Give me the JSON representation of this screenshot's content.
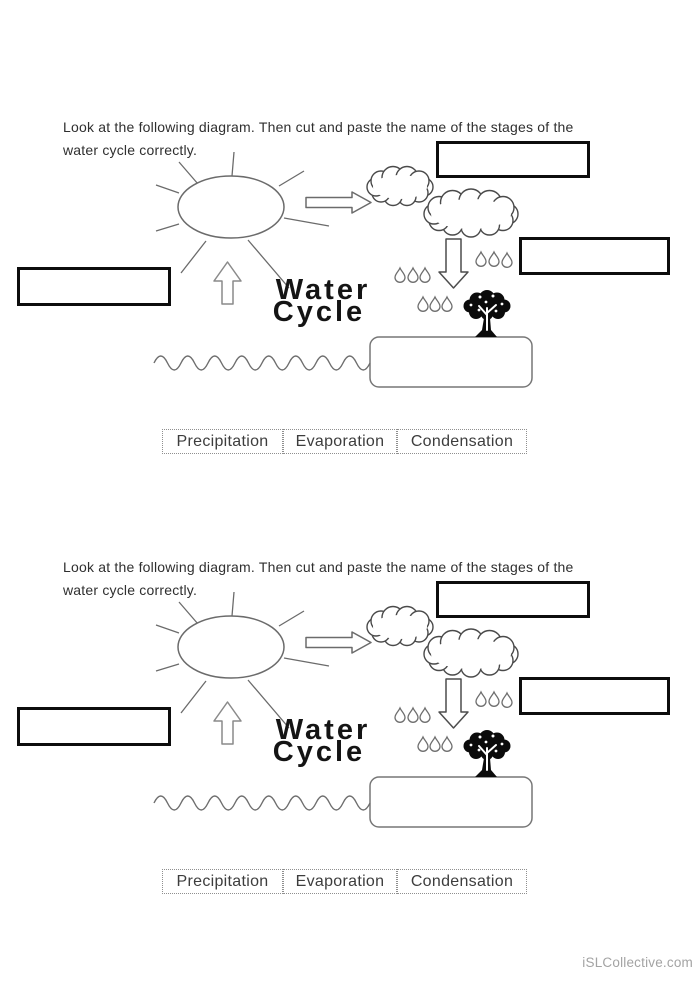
{
  "page": {
    "background": "#ffffff",
    "watermark": "iSLCollective.com"
  },
  "colors": {
    "diagram_outline": "#6b6b6b",
    "cloud_outline": "#4a4a4a",
    "answer_box_border": "#0d0d0d",
    "title_text": "#141414",
    "body_text": "#2f2f2f",
    "word_bank_text": "#3d3d3d",
    "watermark_text": "#a3a3a3",
    "tree_fill": "#0b0b0b"
  },
  "sections": [
    {
      "instruction_line1": "Look at the following diagram. Then cut and paste the name of the stages of the",
      "instruction_line2": "water cycle correctly.",
      "diagram": {
        "title_line1": "Water",
        "title_line2": "Cycle",
        "icons": [
          "sun-icon",
          "arrow-up-icon",
          "arrow-right-icon",
          "cloud-icon",
          "cloud-icon",
          "arrow-down-icon",
          "raindrop-icon",
          "tree-icon",
          "wave-icon",
          "ground-box"
        ],
        "answer_box_count": 3
      },
      "word_bank": [
        "Precipitation",
        "Evaporation",
        "Condensation"
      ]
    },
    {
      "instruction_line1": "Look at the following diagram. Then cut and paste the name of the stages of the",
      "instruction_line2": "water cycle correctly.",
      "diagram": {
        "title_line1": "Water",
        "title_line2": "Cycle",
        "icons": [
          "sun-icon",
          "arrow-up-icon",
          "arrow-right-icon",
          "cloud-icon",
          "cloud-icon",
          "arrow-down-icon",
          "raindrop-icon",
          "tree-icon",
          "wave-icon",
          "ground-box"
        ],
        "answer_box_count": 3
      },
      "word_bank": [
        "Precipitation",
        "Evaporation",
        "Condensation"
      ]
    }
  ]
}
